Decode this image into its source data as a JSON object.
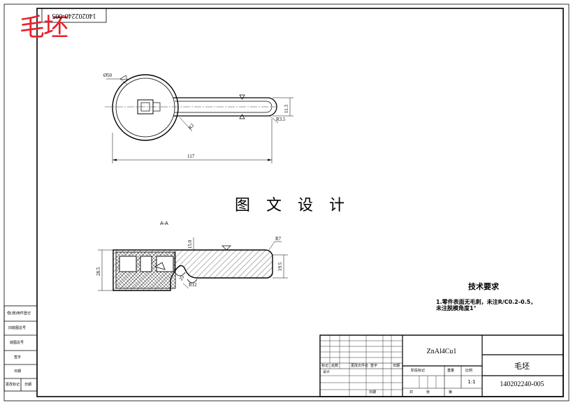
{
  "sheet": {
    "stamp_text": "毛坯",
    "top_code": "140202240-005",
    "center_title": "图 文 设 计",
    "section_label": "A-A"
  },
  "dimensions": {
    "circle_diameter": "Ø50",
    "handle_width": "11.3",
    "tip_radius": "R3.5",
    "inner_radius": "R2",
    "overall_length": "117",
    "top_thickness": "15.0",
    "tip_r": "R7",
    "left_height": "28.5",
    "right_height": "19.5",
    "lower_r": "R12",
    "step": "25"
  },
  "tech": {
    "title": "技术要求",
    "note": "1.零件表面无毛刺，未注R/C0.2-0.5，未注脱模角度1°"
  },
  "left_column": {
    "rows": [
      "借(通)用件登记",
      "旧底图总号",
      "底图总号",
      "签字",
      "日期"
    ],
    "bottom_left": "更改标记",
    "bottom_right": "日期"
  },
  "title_block": {
    "material": "ZnAl4Cu1",
    "part_name": "毛坯",
    "drawing_no": "140202240-005",
    "scale_value": "1:1",
    "rev_headers": [
      "标记",
      "处数",
      "更改文件名",
      "签字",
      "日期"
    ],
    "design_label": "设计",
    "date_label": "日期",
    "stage_label": "阶段标记",
    "weight_label": "重量",
    "scale_label": "比例",
    "sheets_label": "共",
    "sheet_label": "第",
    "approve_label": "张"
  }
}
